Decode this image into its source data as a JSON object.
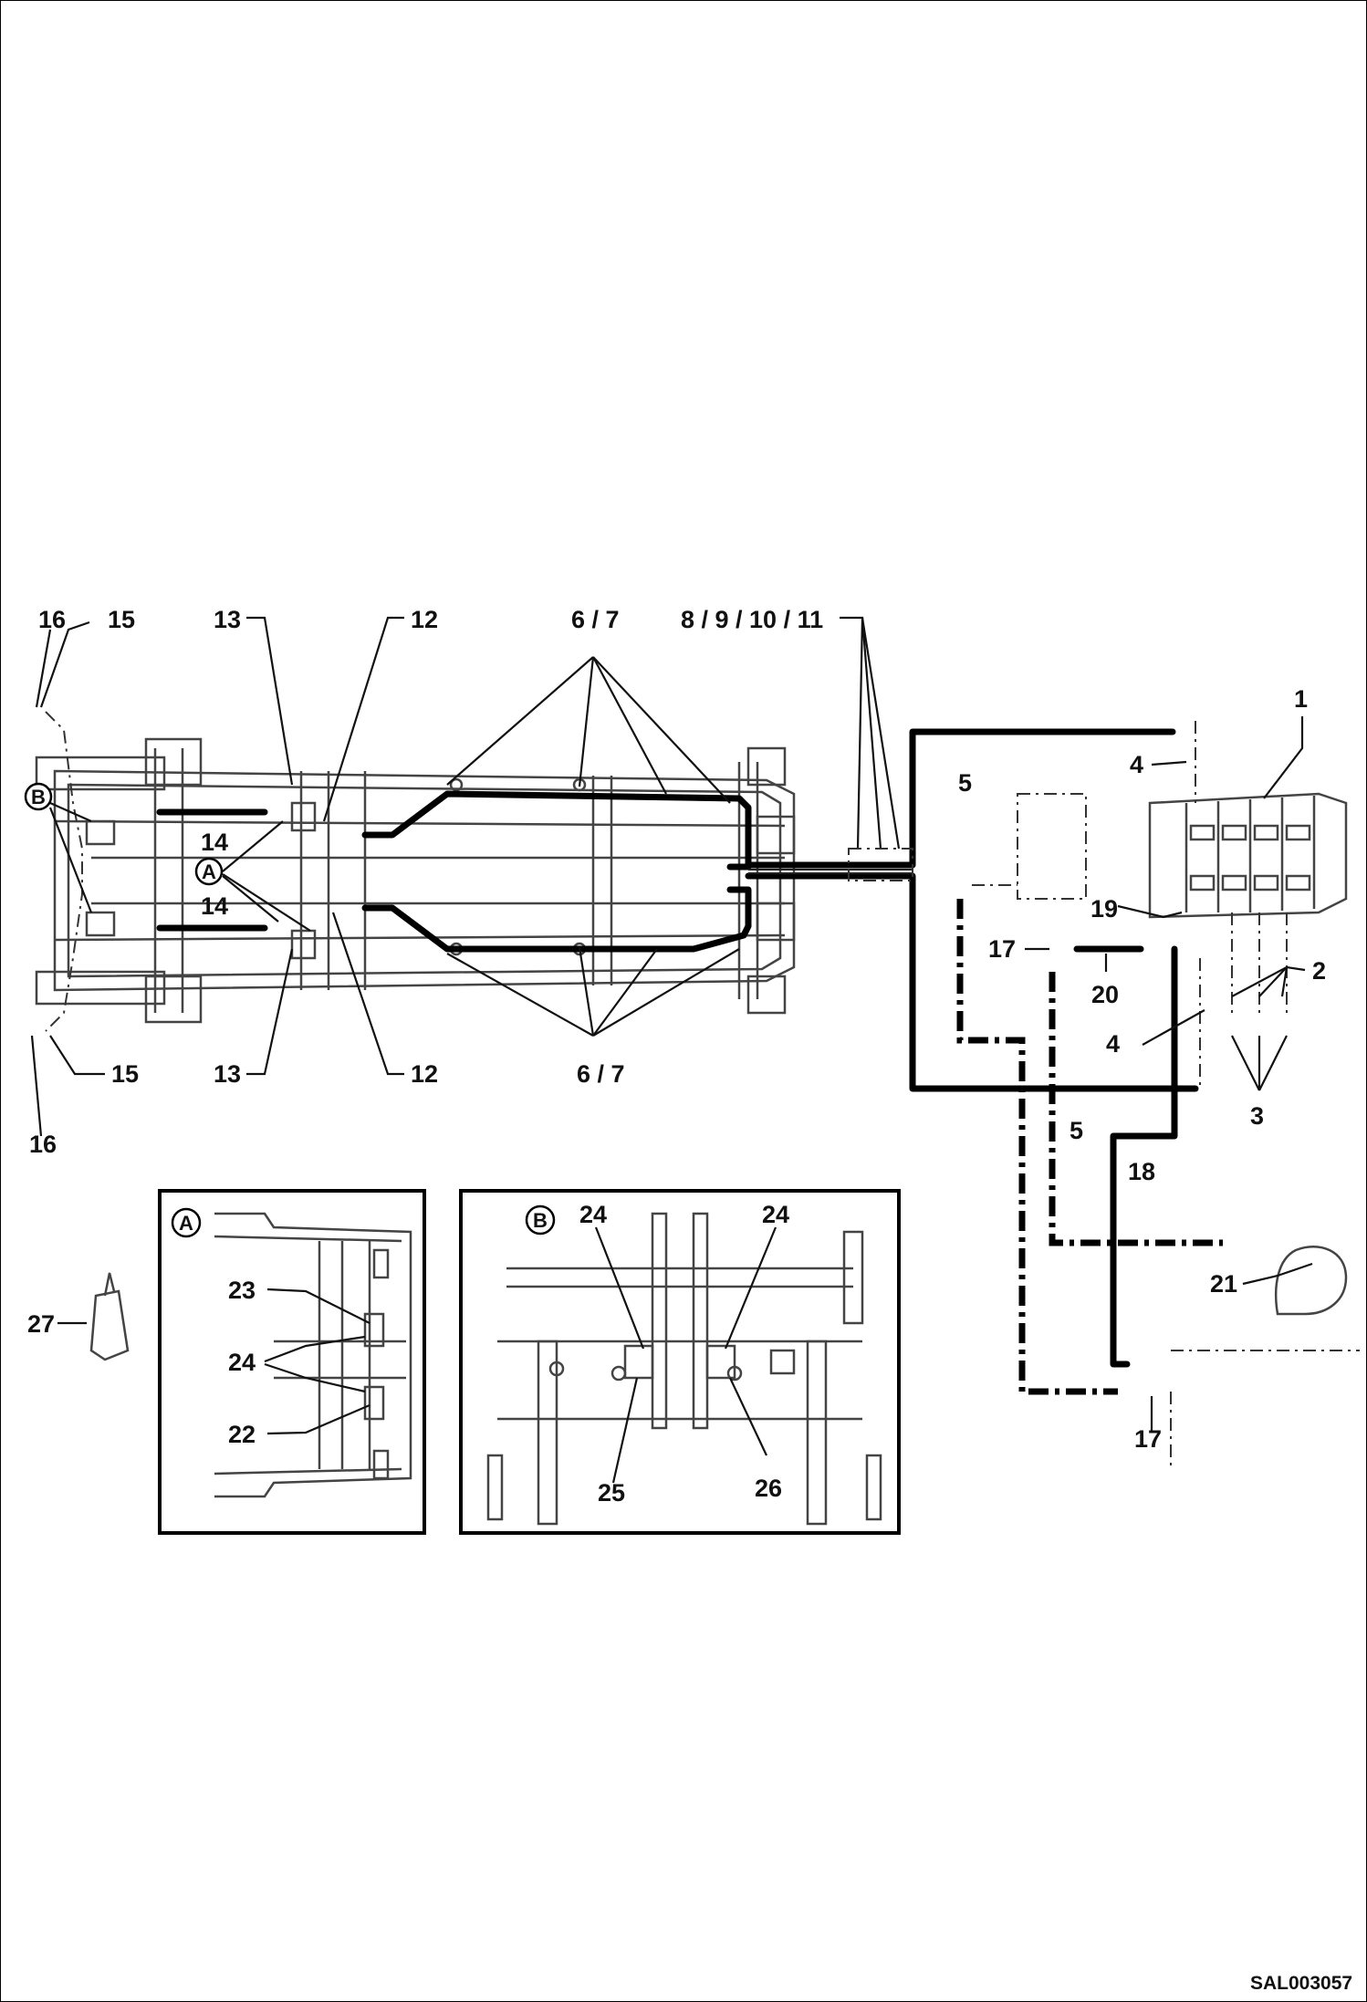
{
  "drawing_code": "SAL003057",
  "callouts": {
    "c1": "1",
    "c2": "2",
    "c3": "3",
    "c4a": "4",
    "c4b": "4",
    "c5a": "5",
    "c5b": "5",
    "c67top": "6 / 7",
    "c67bot": "6 / 7",
    "c811": "8 / 9 / 10 / 11",
    "c12a": "12",
    "c12b": "12",
    "c13a": "13",
    "c13b": "13",
    "c14a": "14",
    "c14b": "14",
    "c15a": "15",
    "c15b": "15",
    "c16a": "16",
    "c16b": "16",
    "c17a": "17",
    "c17b": "17",
    "c18": "18",
    "c19": "19",
    "c20": "20",
    "c21": "21",
    "c22": "22",
    "c23": "23",
    "c24a": "24",
    "c24b": "24",
    "c24c": "24",
    "c25": "25",
    "c26": "26",
    "c27": "27"
  },
  "detail_markers": {
    "a": "A",
    "b": "B",
    "inset_a": "A",
    "inset_b": "B"
  }
}
